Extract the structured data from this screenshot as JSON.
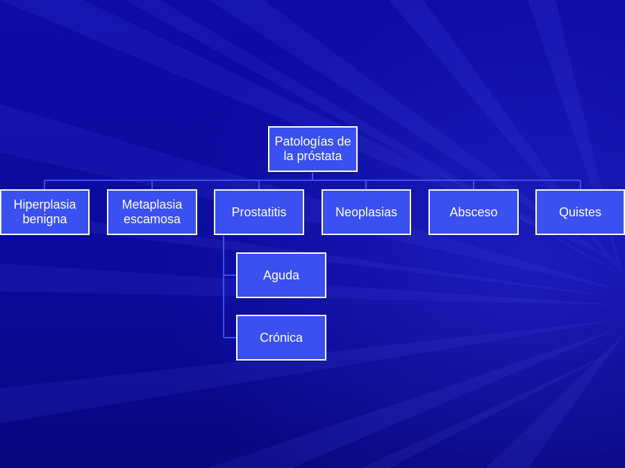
{
  "colors": {
    "background": "#0a0a9a",
    "node_fill": "#3a50f0",
    "node_border": "#ffffff",
    "connector": "#3a50f0"
  },
  "diagram": {
    "root": {
      "label": "Patologías de la próstata"
    },
    "children": [
      {
        "label": "Hiperplasia benigna"
      },
      {
        "label": "Metaplasia escamosa"
      },
      {
        "label": "Prostatitis"
      },
      {
        "label": "Neoplasias"
      },
      {
        "label": "Absceso"
      },
      {
        "label": "Quistes"
      }
    ],
    "prostatitis_children": [
      {
        "label": "Aguda"
      },
      {
        "label": "Crónica"
      }
    ]
  }
}
